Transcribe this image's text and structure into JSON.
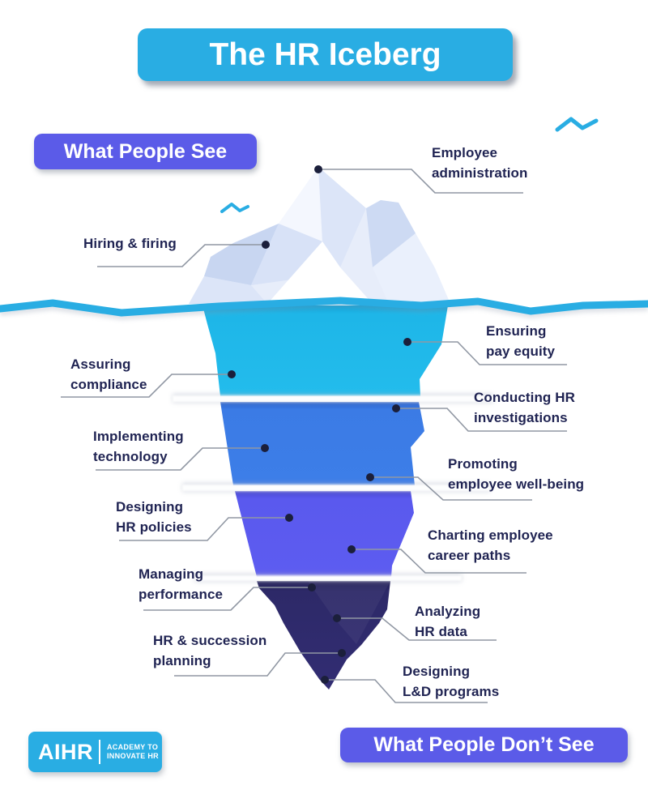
{
  "title": "The HR Iceberg",
  "badges": {
    "see": "What People See",
    "dont_see": "What People Don’t See"
  },
  "logo": {
    "name": "AIHR",
    "tagline_line1": "ACADEMY TO",
    "tagline_line2": "INNOVATE HR"
  },
  "labels": [
    {
      "id": "employee-administration",
      "zone": "above-water",
      "line1": "Employee",
      "line2": "administration"
    },
    {
      "id": "hiring-firing",
      "zone": "above-water",
      "line1": "Hiring & firing",
      "line2": ""
    },
    {
      "id": "ensuring-pay-equity",
      "zone": "below-water",
      "line1": "Ensuring",
      "line2": "pay equity"
    },
    {
      "id": "assuring-compliance",
      "zone": "below-water",
      "line1": "Assuring",
      "line2": "compliance"
    },
    {
      "id": "conducting-hr-investigations",
      "zone": "below-water",
      "line1": "Conducting HR",
      "line2": "investigations"
    },
    {
      "id": "implementing-technology",
      "zone": "below-water",
      "line1": "Implementing",
      "line2": "technology"
    },
    {
      "id": "promoting-employee-wellbeing",
      "zone": "below-water",
      "line1": "Promoting",
      "line2": "employee well-being"
    },
    {
      "id": "designing-hr-policies",
      "zone": "below-water",
      "line1": "Designing",
      "line2": "HR policies"
    },
    {
      "id": "charting-employee-career-paths",
      "zone": "below-water",
      "line1": "Charting employee",
      "line2": "career paths"
    },
    {
      "id": "managing-performance",
      "zone": "below-water",
      "line1": "Managing",
      "line2": "performance"
    },
    {
      "id": "analyzing-hr-data",
      "zone": "below-water",
      "line1": "Analyzing",
      "line2": "HR data"
    },
    {
      "id": "hr-succession-planning",
      "zone": "below-water",
      "line1": "HR & succession",
      "line2": "planning"
    },
    {
      "id": "designing-ld-programs",
      "zone": "below-water",
      "line1": "Designing",
      "line2": "L&D programs"
    }
  ],
  "colors": {
    "accent_cyan": "#29ADE3",
    "badge_purple": "#5B5BE8",
    "iceberg_layer1_cyan": "#1FB9E9",
    "iceberg_layer2_blue": "#3B7CE6",
    "iceberg_layer3_purple": "#5B5BEF",
    "iceberg_layer4_dark": "#2E2A6B",
    "ice_above_water": "#E7EDFA",
    "label_text_navy": "#1F2352",
    "callout_line_gray": "#9097A3",
    "callout_dot_navy": "#1B1F3B"
  }
}
